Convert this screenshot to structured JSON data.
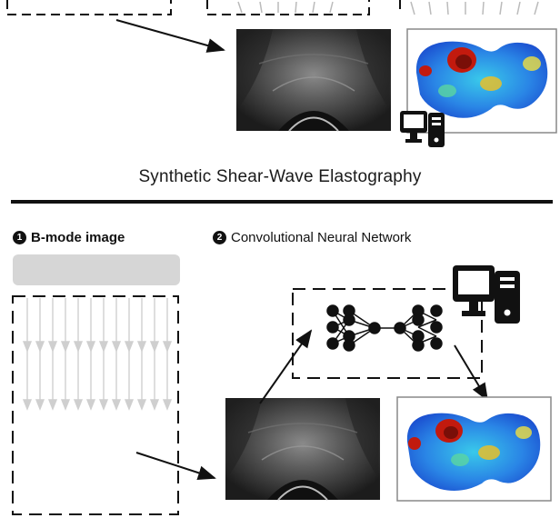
{
  "title": "Synthetic Shear-Wave Elastography",
  "steps": [
    {
      "number": "1",
      "label": "B-mode image"
    },
    {
      "number": "2",
      "label": "Convolutional Neural Network"
    }
  ],
  "icons": {
    "computer": "computer-icon",
    "neural_network": "neural-network-icon"
  },
  "colors": {
    "divider": "#111111",
    "heatmap_low": "#1f6fe0",
    "heatmap_mid": "#35d0e0",
    "heatmap_high": "#c21a0e",
    "ultrasound_bg": "#2a2a2a"
  }
}
